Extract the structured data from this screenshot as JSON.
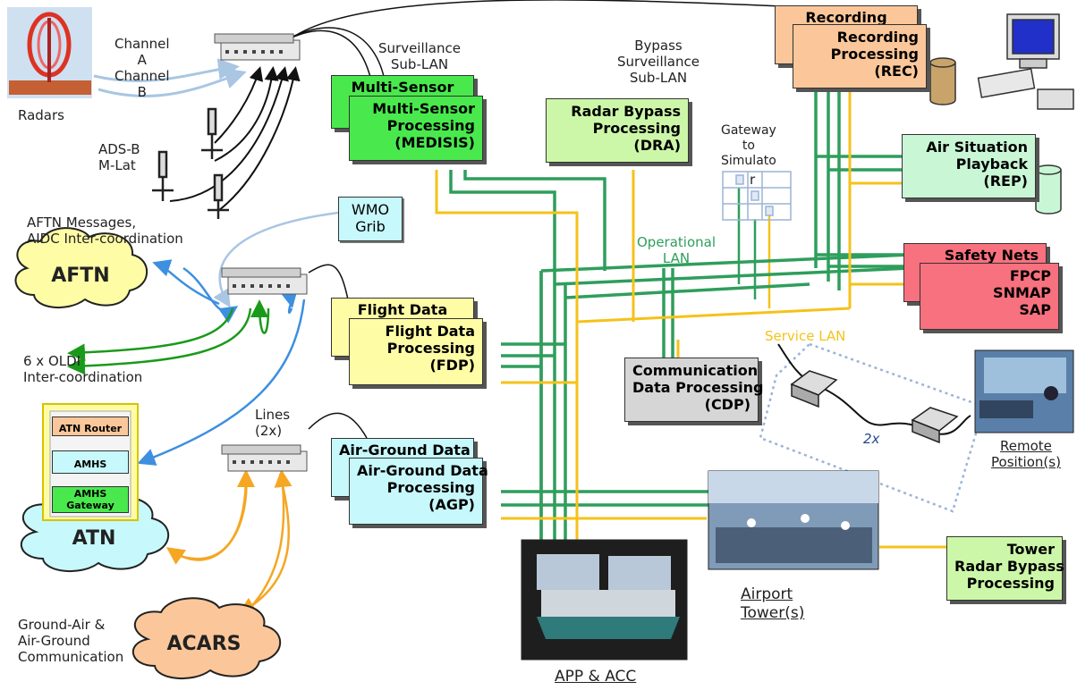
{
  "title": "",
  "labels": {
    "channel": "Channel\nA\nChannel\nB",
    "radars": "Radars",
    "adsb": "ADS-B\nM-Lat",
    "surv_sublan": "Surveillance\nSub-LAN",
    "bypass_sublan": "Bypass\nSurveillance\nSub-LAN",
    "gateway_sim": "Gateway\nto\nSimulato",
    "gateway_r": "r",
    "aftn_msgs": "AFTN Messages,\nAIDC Inter-coordination",
    "oldi": "6 x OLDI\nInter-coordination",
    "lines": "Lines\n(2x)",
    "ground_air": "Ground-Air &\nAir-Ground\nCommunication",
    "operational_lan": "Operational\nLAN",
    "service_lan": "Service LAN",
    "two_x": "2x",
    "remote": "Remote\nPosition(s)",
    "airport": "Airport\nTower(s)",
    "app_acc": "APP & ACC"
  },
  "boxes": {
    "msp_back": "Multi-Sensor",
    "msp": "Multi-Sensor\nProcessing\n(MEDISIS)",
    "dra": "Radar Bypass\nProcessing\n(DRA)",
    "rec_back": "Recording",
    "rec": "Recording\nProcessing\n(REC)",
    "rep": "Air Situation\nPlayback\n(REP)",
    "sn_back": "Safety Nets",
    "sn": "FPCP\nSNMAP\nSAP",
    "fdp_back": "Flight Data",
    "fdp": "Flight Data\nProcessing\n(FDP)",
    "agp_back": "Air-Ground Data",
    "agp": "Air-Ground Data\nProcessing\n(AGP)",
    "cdp": "Communication\nData Processing\n(CDP)",
    "tower": "Tower\nRadar Bypass\nProcessing",
    "wmo": "WMO\nGrib"
  },
  "clouds": {
    "aftn": "AFTN",
    "atn": "ATN",
    "acars": "ACARS"
  },
  "atn_stack": {
    "router": "ATN Router",
    "amhs": "AMHS",
    "gateway": "AMHS\nGateway"
  },
  "colors": {
    "operational_lan": "#2e9e5c",
    "service_lan": "#f5c21a",
    "radar_link": "#a9c6e3",
    "aftn_link": "#3d8fe0",
    "oldi_link": "#1a9a1a",
    "acars_link": "#f5a623"
  }
}
